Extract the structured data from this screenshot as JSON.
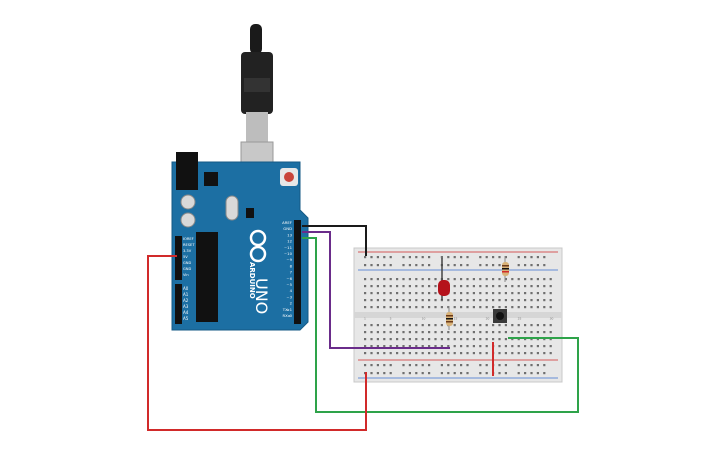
{
  "board": {
    "brand": "ARDUINO",
    "model": "UNO",
    "left_header_labels": [
      "IOREF",
      "RESET",
      "3.3V",
      "5V",
      "GND",
      "GND",
      "Vin"
    ],
    "analog_labels": [
      "A0",
      "A1",
      "A2",
      "A3",
      "A4",
      "A5"
    ],
    "digital_labels": [
      "AREF",
      "GND",
      "13",
      "12",
      "~11",
      "~10",
      "~9",
      "8",
      "7",
      "~6",
      "~5",
      "4",
      "~3",
      "2",
      "TX▸1",
      "RX◂0"
    ]
  },
  "breadboard": {
    "column_numbers": [
      "1",
      "5",
      "10",
      "15",
      "20",
      "25",
      "30"
    ],
    "row_letters": [
      "a",
      "b",
      "c",
      "d",
      "e",
      "f",
      "g",
      "h",
      "i",
      "j"
    ]
  },
  "colors": {
    "board_blue": "#1c6fa3",
    "wire_black": "#1a1a1a",
    "wire_purple": "#6a2c8a",
    "wire_green": "#2ea34a",
    "wire_red": "#d12a2a",
    "led": "#b5121b",
    "breadboard": "#e7e7e7"
  }
}
